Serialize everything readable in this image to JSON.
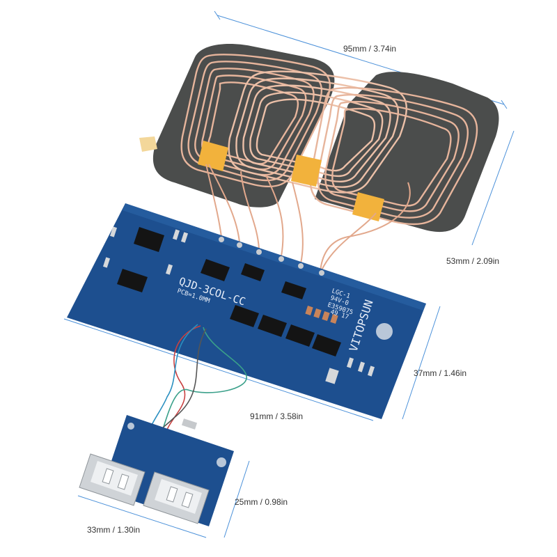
{
  "dimensions": {
    "coil_width": "95mm / 3.74in",
    "coil_height": "53mm / 2.09in",
    "board_height": "37mm / 1.46in",
    "board_width": "91mm / 3.58in",
    "usb_height": "25mm / 0.98in",
    "usb_width": "33mm / 1.30in"
  },
  "pcb": {
    "model": "QJD-3COL-CC",
    "thickness": "PCB=1.0MM",
    "brand": "VITOPSUN",
    "cert_line1": "LGC-1",
    "cert_line2": "94V-0",
    "cert_line3": "E359075",
    "cert_line4": "49 17"
  },
  "colors": {
    "pcb_blue": "#1e4f8c",
    "coil_copper": "#e9b49a",
    "coil_pad": "#4a4a4a",
    "tape": "#f2b23c",
    "dimension_line": "#4a90d9"
  }
}
